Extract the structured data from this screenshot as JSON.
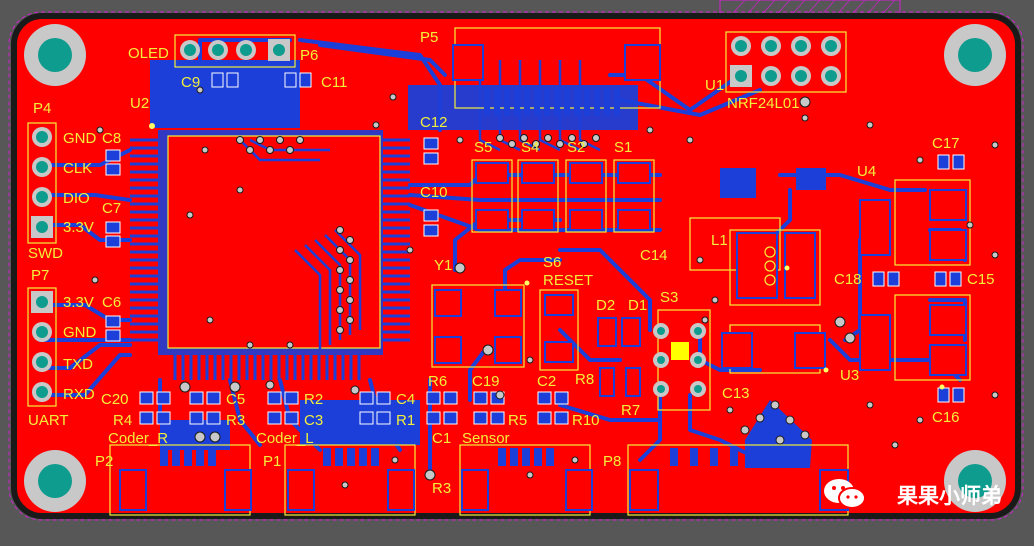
{
  "board": {
    "colors": {
      "background": "#575757",
      "board": "#ff0000",
      "copper_bottom": "#1b3fd8",
      "silkscreen": "#f2ef3a",
      "mounting_hole": "#0d9c8e",
      "pad": "#c8c8c8",
      "outline": "#d020d0"
    },
    "connector_labels": {
      "p4": "P4",
      "p4_pins": [
        "GND",
        "CLK",
        "DIO",
        "3.3V"
      ],
      "p4_name": "SWD",
      "p7": "P7",
      "p7_pins": [
        "3.3V",
        "GND",
        "TXD",
        "RXD"
      ],
      "p7_name": "UART",
      "p6": "P6",
      "p6_name": "OLED",
      "p5": "P5",
      "u1": "U1",
      "u1_name": "NRF24L01",
      "p2": "P2",
      "p2_name": "Coder_R",
      "p1": "P1",
      "p1_name": "Coder_L",
      "p3_name": "Sensor",
      "p8": "P8"
    },
    "component_labels": {
      "c9": "C9",
      "c11": "C11",
      "u2": "U2",
      "c8": "C8",
      "c7": "C7",
      "c6": "C6",
      "c12": "C12",
      "c10": "C10",
      "y1": "Y1",
      "s5": "S5",
      "s4": "S4",
      "s2": "S2",
      "s1": "S1",
      "s6": "S6",
      "s6_name": "RESET",
      "d2": "D2",
      "d1": "D1",
      "s3": "S3",
      "c14": "C14",
      "l1": "L1",
      "c17": "C17",
      "u4": "U4",
      "c18": "C18",
      "c15": "C15",
      "u3": "U3",
      "c13": "C13",
      "c16": "C16",
      "c20": "C20",
      "c5": "C5",
      "r2": "R2",
      "c4": "C4",
      "r6": "R6",
      "c19": "C19",
      "c2": "C2",
      "r8": "R8",
      "r7": "R7",
      "r4": "R4",
      "r3": "R3",
      "c3": "C3",
      "r1": "R1",
      "c1": "C1",
      "r5": "R5",
      "r10": "R10",
      "r3b": "R3"
    },
    "watermark": "果果小师弟",
    "icons": {
      "wechat": "wechat-icon",
      "mounting_hole": "mounting-hole-icon"
    }
  }
}
